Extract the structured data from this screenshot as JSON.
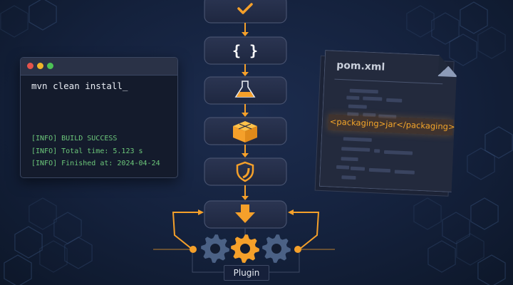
{
  "terminal": {
    "command": "mvn clean install_",
    "output": [
      "[INFO] BUILD SUCCESS",
      "[INFO] Total time: 5.123 s",
      "[INFO] Finished at: 2024-04-24"
    ],
    "window_dots": [
      "#e5534b",
      "#f0b429",
      "#4cc255"
    ]
  },
  "pipeline": {
    "stages": [
      "check-icon",
      "braces-icon",
      "flask-icon",
      "package-box-icon",
      "shield-icon",
      "download-arrow-icon"
    ],
    "accent": "#f5a02a"
  },
  "pom": {
    "title": "pom.xml",
    "highlight": "<packaging>jar</packaging>"
  },
  "plugin": {
    "label": "Plugin",
    "gears": [
      "gear-icon",
      "gear-icon",
      "gear-icon"
    ]
  }
}
